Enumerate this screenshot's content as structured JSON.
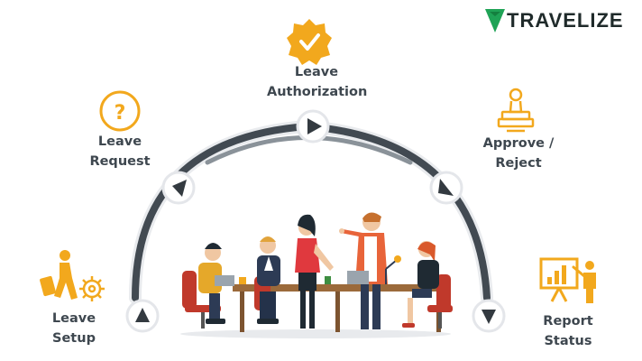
{
  "brand": {
    "logo_text": "TRAVELIZE",
    "colors": {
      "accent": "#f2a81d",
      "logo_green": "#1fa356",
      "arc": "#424a52",
      "label": "#3e474f"
    }
  },
  "steps": [
    {
      "id": "leave-setup",
      "line1": "Leave",
      "line2": "Setup",
      "icon": "walking-person-gear-icon",
      "arrow": "up"
    },
    {
      "id": "leave-request",
      "line1": "Leave",
      "line2": "Request",
      "icon": "question-mark-circle-icon",
      "arrow": "up-right"
    },
    {
      "id": "leave-authorization",
      "line1": "Leave",
      "line2": "Authorization",
      "icon": "check-badge-icon",
      "arrow": "right"
    },
    {
      "id": "approve-reject",
      "line1": "Approve /",
      "line2": "Reject",
      "icon": "stamp-icon",
      "arrow": "down-right"
    },
    {
      "id": "report-status",
      "line1": "Report",
      "line2": "Status",
      "icon": "presentation-board-icon",
      "arrow": "down"
    }
  ],
  "illustration": {
    "subject": "team-meeting-illustration"
  }
}
